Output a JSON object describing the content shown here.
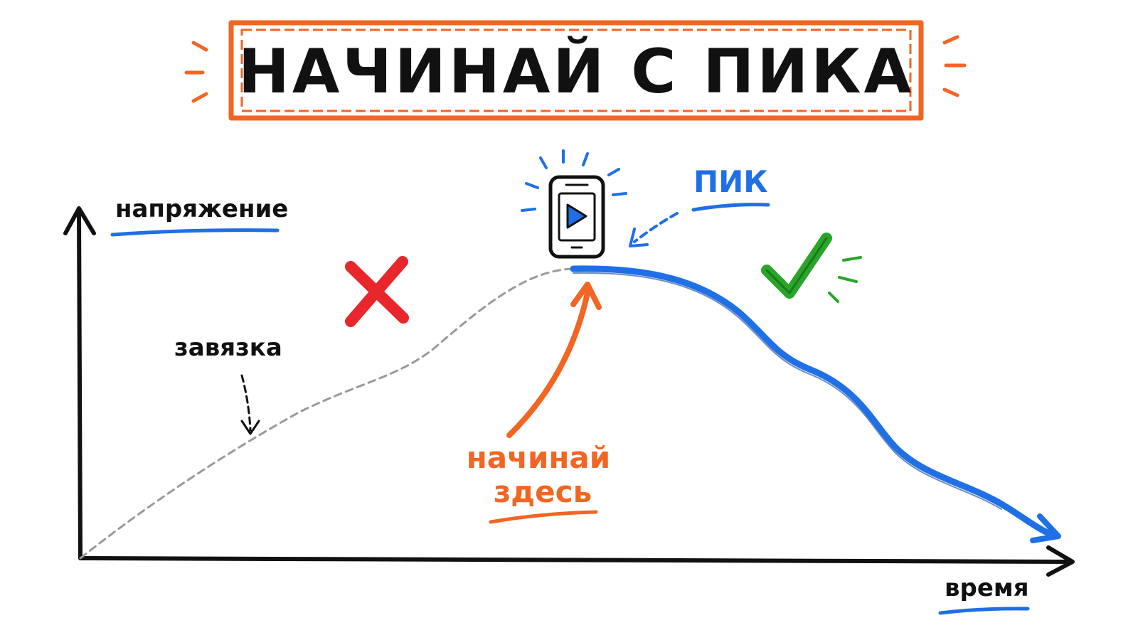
{
  "title": "НАЧИНАЙ С ПИКА",
  "axes": {
    "y_label": "напряжение",
    "x_label": "время"
  },
  "annotations": {
    "setup": "завязка",
    "peak": "ПИК",
    "start_here_line1": "начинай",
    "start_here_line2": "здесь"
  },
  "icons": {
    "wrong": "cross-icon",
    "right": "check-icon",
    "peak_marker": "smartphone-play-icon"
  },
  "colors": {
    "title_frame": "#f26522",
    "start_here": "#f26522",
    "peak_label": "#1f6fe5",
    "curve_after_peak": "#1f6fe5",
    "curve_before_peak": "#9a9a9a",
    "wrong": "#e8262b",
    "right": "#2aa52a",
    "ink": "#111111"
  }
}
